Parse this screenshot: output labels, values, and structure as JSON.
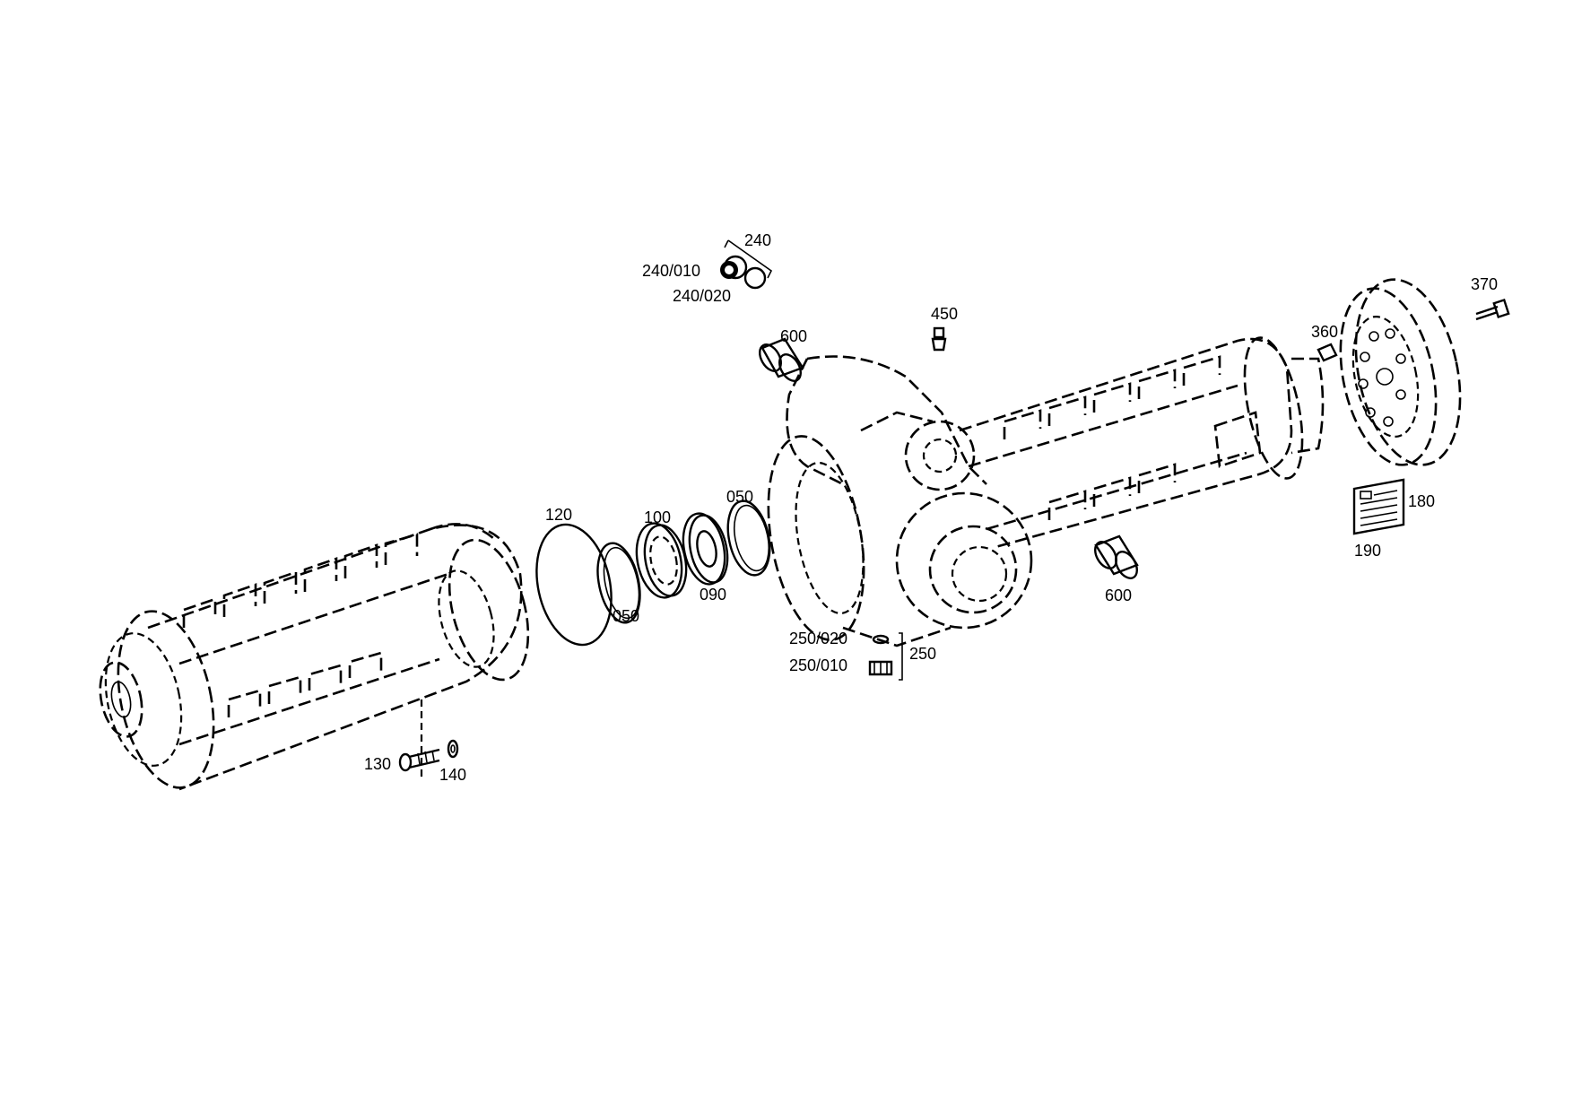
{
  "labels": {
    "p240": "240",
    "p240_010": "240/010",
    "p240_020": "240/020",
    "p450": "450",
    "p600_top": "600",
    "p360": "360",
    "p370": "370",
    "p120": "120",
    "p100": "100",
    "p050_top": "050",
    "p050_bottom": "050",
    "p090": "090",
    "p180": "180",
    "p190": "190",
    "p600_bottom": "600",
    "p250_020": "250/020",
    "p250_010": "250/010",
    "p250": "250",
    "p130": "130",
    "p140": "140"
  }
}
